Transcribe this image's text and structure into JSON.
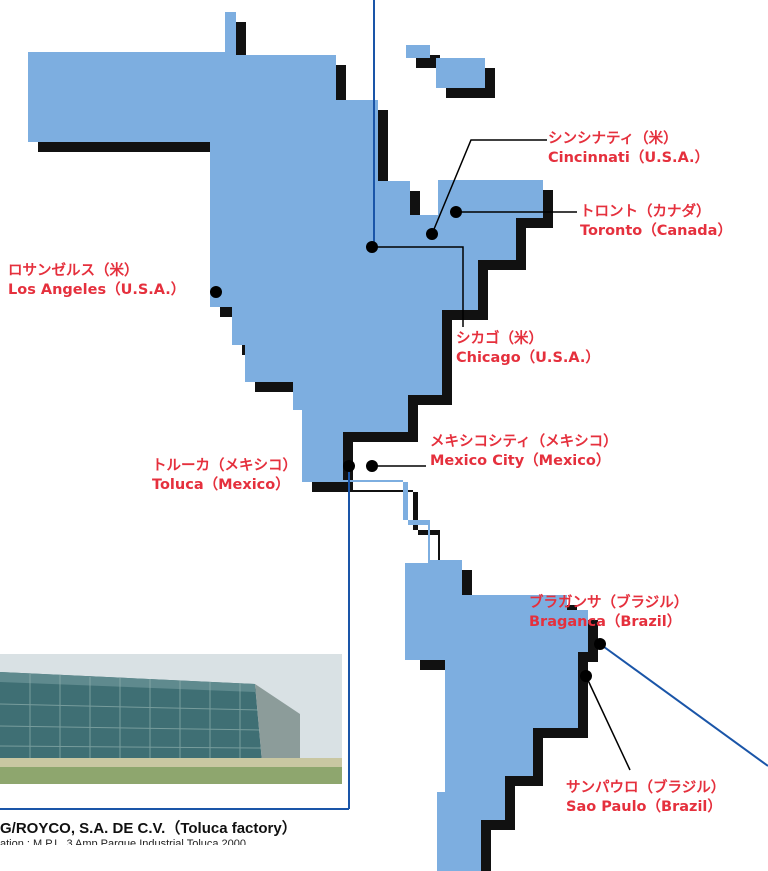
{
  "colors": {
    "land": "#7daee0",
    "shadow": "#111111",
    "label": "#e5303d",
    "leader": "#1a55a8",
    "marker": "#000000"
  },
  "locations": {
    "cincinnati": {
      "ja": "シンシナティ（米）",
      "en": "Cincinnati（U.S.A.）"
    },
    "toronto": {
      "ja": "トロント（カナダ）",
      "en": "Toronto（Canada）"
    },
    "los_angeles": {
      "ja": "ロサンゼルス（米）",
      "en": "Los Angeles（U.S.A.）"
    },
    "chicago": {
      "ja": "シカゴ（米）",
      "en": "Chicago（U.S.A.）"
    },
    "mexico_city": {
      "ja": "メキシコシティ（メキシコ）",
      "en": "Mexico City（Mexico）"
    },
    "toluca": {
      "ja": "トルーカ（メキシコ）",
      "en": "Toluca（Mexico）"
    },
    "braganca": {
      "ja": "ブラガンサ（ブラジル）",
      "en": "Braganca（Brazil）"
    },
    "sao_paulo": {
      "ja": "サンパウロ（ブラジル）",
      "en": "Sao Paulo（Brazil）"
    }
  },
  "photo_caption": {
    "title": "G/ROYCO, S.A. DE C.V.（Toluca factory）",
    "address": "ation : M.P.L. 3 Amp Parque Industrial Toluca 2000"
  }
}
